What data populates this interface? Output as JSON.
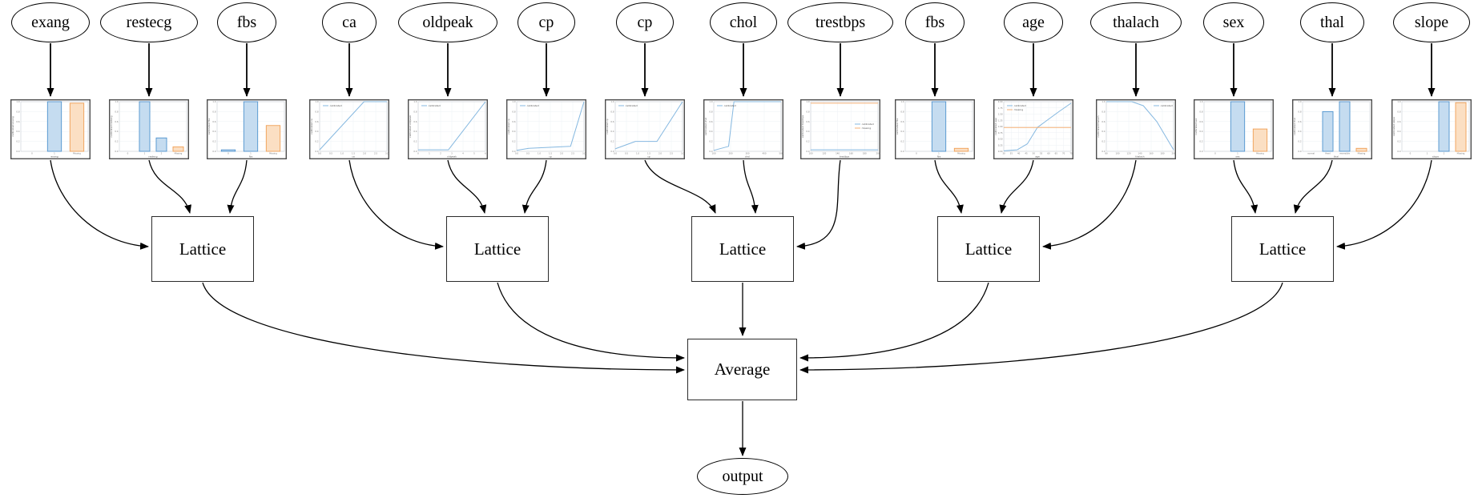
{
  "diagram": {
    "type": "lattice-ensemble-model-graph",
    "features": [
      "exang",
      "restecg",
      "fbs",
      "ca",
      "oldpeak",
      "cp",
      "cp",
      "chol",
      "trestbps",
      "fbs",
      "age",
      "thalach",
      "sex",
      "thal",
      "slope"
    ],
    "lattice_label": "Lattice",
    "average_label": "Average",
    "output_label": "output",
    "lattices": [
      {
        "label": "Lattice",
        "inputs": [
          0,
          1,
          2
        ]
      },
      {
        "label": "Lattice",
        "inputs": [
          3,
          4,
          5
        ]
      },
      {
        "label": "Lattice",
        "inputs": [
          6,
          7,
          8
        ]
      },
      {
        "label": "Lattice",
        "inputs": [
          9,
          10,
          11
        ]
      },
      {
        "label": "Lattice",
        "inputs": [
          12,
          13,
          14
        ]
      }
    ],
    "colors": {
      "blue_edge": "#4f93ce",
      "blue_fill": "#c5dcf0",
      "orange_edge": "#f09f55",
      "orange_fill": "#fbdfc3",
      "line_blue": "#85b8e0",
      "line_orange": "#f5b077",
      "arrow": "#000000"
    }
  },
  "chart_data": [
    {
      "name": "exang",
      "type": "bar",
      "xlabel": "exang",
      "ylabel": "calibrated exang",
      "y_ticks": [
        "0.0",
        "0.2",
        "0.4",
        "0.6",
        "0.8",
        "1.0"
      ],
      "categories": [
        "0",
        "1",
        "Missing"
      ],
      "values": [
        0,
        1.0,
        0.97
      ],
      "bar_colors": [
        "blue",
        "blue",
        "orange"
      ]
    },
    {
      "name": "restecg",
      "type": "bar",
      "xlabel": "restecg",
      "ylabel": "calibrated restecg",
      "y_ticks": [
        "0.0",
        "0.2",
        "0.4",
        "0.6",
        "0.8",
        "1.0"
      ],
      "categories": [
        "0",
        "1",
        "2",
        "Missing"
      ],
      "values": [
        0,
        1.0,
        0.27,
        0.09
      ],
      "bar_colors": [
        "blue",
        "blue",
        "blue",
        "orange"
      ]
    },
    {
      "name": "fbs",
      "type": "bar",
      "xlabel": "fbs",
      "ylabel": "calibrated fbs",
      "y_ticks": [
        "0.0",
        "0.2",
        "0.4",
        "0.6",
        "0.8",
        "1.0"
      ],
      "categories": [
        "0",
        "1",
        "Missing"
      ],
      "values": [
        0.03,
        1.0,
        0.52
      ],
      "bar_colors": [
        "blue",
        "blue",
        "orange"
      ]
    },
    {
      "name": "ca",
      "type": "line",
      "xlabel": "ca",
      "ylabel": "calibrated ca",
      "y_ticks": [
        "0.0",
        "0.2",
        "0.4",
        "0.6",
        "0.8",
        "1.0"
      ],
      "x_ticks": [
        "0.0",
        "0.5",
        "1.0",
        "1.5",
        "2.0",
        "2.5",
        "3.0"
      ],
      "legend_pos": "tl",
      "series": [
        {
          "name": "calibrated",
          "color": "blue",
          "points": [
            [
              0,
              0.03
            ],
            [
              0.66,
              1.0
            ],
            [
              1,
              1.0
            ]
          ]
        }
      ]
    },
    {
      "name": "oldpeak",
      "type": "line",
      "xlabel": "oldpeak",
      "ylabel": "calibrated oldpeak",
      "y_ticks": [
        "0.0",
        "0.2",
        "0.4",
        "0.6",
        "0.8",
        "1.0"
      ],
      "x_ticks": [
        "0",
        "1",
        "2",
        "3",
        "4",
        "5",
        "6"
      ],
      "legend_pos": "tl",
      "series": [
        {
          "name": "calibrated",
          "color": "blue",
          "points": [
            [
              0,
              0.03
            ],
            [
              0.45,
              0.03
            ],
            [
              1,
              1.0
            ]
          ]
        }
      ]
    },
    {
      "name": "cp",
      "type": "line",
      "xlabel": "cp",
      "ylabel": "calibrated cp",
      "y_ticks": [
        "0.0",
        "0.2",
        "0.4",
        "0.6",
        "0.8",
        "1.0"
      ],
      "x_ticks": [
        "0.0",
        "0.5",
        "1.0",
        "1.5",
        "2.0",
        "2.5",
        "3.0"
      ],
      "legend_pos": "tl",
      "series": [
        {
          "name": "calibrated",
          "color": "blue",
          "points": [
            [
              0,
              0.02
            ],
            [
              0.18,
              0.06
            ],
            [
              0.8,
              0.1
            ],
            [
              1,
              1.0
            ]
          ]
        }
      ]
    },
    {
      "name": "cp",
      "type": "line",
      "xlabel": "cp",
      "ylabel": "calibrated cp",
      "y_ticks": [
        "0.0",
        "0.2",
        "0.4",
        "0.6",
        "0.8",
        "1.0"
      ],
      "x_ticks": [
        "0.0",
        "0.5",
        "1.0",
        "1.5",
        "2.0",
        "2.5",
        "3.0"
      ],
      "legend_pos": "tl",
      "series": [
        {
          "name": "calibrated",
          "color": "blue",
          "points": [
            [
              0,
              0.05
            ],
            [
              0.3,
              0.2
            ],
            [
              0.62,
              0.2
            ],
            [
              1,
              1.0
            ]
          ]
        }
      ]
    },
    {
      "name": "chol",
      "type": "line",
      "xlabel": "chol",
      "ylabel": "calibrated chol",
      "y_ticks": [
        "0.0",
        "0.2",
        "0.4",
        "0.6",
        "0.8",
        "1.0"
      ],
      "x_ticks": [
        "100",
        "200",
        "300",
        "400",
        "500"
      ],
      "legend_pos": "tl",
      "series": [
        {
          "name": "calibrated",
          "color": "blue",
          "points": [
            [
              0,
              0.02
            ],
            [
              0.22,
              0.1
            ],
            [
              0.3,
              1.0
            ],
            [
              1,
              1.0
            ]
          ]
        }
      ]
    },
    {
      "name": "trestbps",
      "type": "line",
      "xlabel": "trestbps",
      "ylabel": "calibrated trestbps",
      "y_ticks": [
        "0.0",
        "0.2",
        "0.4",
        "0.6",
        "0.8",
        "1.0"
      ],
      "x_ticks": [
        "100",
        "120",
        "140",
        "160",
        "180",
        "200"
      ],
      "legend_pos": "mr",
      "series": [
        {
          "name": "calibrated",
          "color": "blue",
          "points": [
            [
              0,
              0.03
            ],
            [
              1,
              0.03
            ]
          ]
        },
        {
          "name": "missing",
          "color": "orange",
          "points": [
            [
              0,
              0.97
            ],
            [
              1,
              0.97
            ]
          ]
        }
      ]
    },
    {
      "name": "fbs",
      "type": "bar",
      "xlabel": "fbs",
      "ylabel": "calibrated fbs",
      "y_ticks": [
        "0.0",
        "0.2",
        "0.4",
        "0.6",
        "0.8",
        "1.0"
      ],
      "categories": [
        "0",
        "1",
        "Missing"
      ],
      "values": [
        0,
        1.0,
        0.06
      ],
      "bar_colors": [
        "blue",
        "blue",
        "orange"
      ]
    },
    {
      "name": "age",
      "type": "line",
      "xlabel": "age",
      "ylabel": "calibrated age",
      "y_ticks": [
        "0.00",
        "0.25",
        "0.50",
        "0.75",
        "1.00",
        "1.25",
        "1.50",
        "1.75",
        "2.00"
      ],
      "x_ticks": [
        "30",
        "35",
        "40",
        "45",
        "50",
        "55",
        "60",
        "65",
        "70",
        "75"
      ],
      "legend_pos": "tl",
      "series": [
        {
          "name": "calibrated",
          "color": "blue",
          "points": [
            [
              0,
              0.01
            ],
            [
              0.2,
              0.03
            ],
            [
              0.35,
              0.15
            ],
            [
              0.5,
              0.48
            ],
            [
              0.65,
              0.63
            ],
            [
              0.82,
              0.8
            ],
            [
              1,
              0.97
            ]
          ]
        },
        {
          "name": "missing",
          "color": "orange",
          "points": [
            [
              0,
              0.48
            ],
            [
              1,
              0.48
            ]
          ]
        }
      ]
    },
    {
      "name": "thalach",
      "type": "line",
      "xlabel": "thalach",
      "ylabel": "calibrated thalach",
      "y_ticks": [
        "0.0",
        "0.2",
        "0.4",
        "0.6",
        "0.8",
        "1.0"
      ],
      "x_ticks": [
        "80",
        "100",
        "120",
        "140",
        "160",
        "180",
        "200"
      ],
      "legend_pos": "tr",
      "series": [
        {
          "name": "calibrated",
          "color": "blue",
          "points": [
            [
              0,
              1.0
            ],
            [
              0.38,
              1.0
            ],
            [
              0.55,
              0.92
            ],
            [
              0.75,
              0.6
            ],
            [
              1,
              0.03
            ]
          ]
        }
      ]
    },
    {
      "name": "sex",
      "type": "bar",
      "xlabel": "sex",
      "ylabel": "calibrated sex",
      "y_ticks": [
        "0.0",
        "0.2",
        "0.4",
        "0.6",
        "0.8",
        "1.0"
      ],
      "categories": [
        "0",
        "1",
        "Missing"
      ],
      "values": [
        0,
        1.0,
        0.45
      ],
      "bar_colors": [
        "blue",
        "blue",
        "orange"
      ]
    },
    {
      "name": "thal",
      "type": "bar",
      "xlabel": "thal",
      "ylabel": "calibrated thal",
      "y_ticks": [
        "0.0",
        "0.2",
        "0.4",
        "0.6",
        "0.8",
        "1.0"
      ],
      "categories": [
        "normal",
        "fixed",
        "reversible",
        "Missing"
      ],
      "values": [
        0,
        0.8,
        1.0,
        0.06
      ],
      "bar_colors": [
        "blue",
        "blue",
        "blue",
        "orange"
      ]
    },
    {
      "name": "slope",
      "type": "bar",
      "xlabel": "slope",
      "ylabel": "calibrated slope",
      "y_ticks": [
        "0.0",
        "0.2",
        "0.4",
        "0.6",
        "0.8",
        "1.0"
      ],
      "categories": [
        "0",
        "1",
        "2",
        "Missing"
      ],
      "values": [
        0,
        0,
        1.0,
        0.98
      ],
      "bar_colors": [
        "blue",
        "blue",
        "blue",
        "orange"
      ]
    }
  ]
}
